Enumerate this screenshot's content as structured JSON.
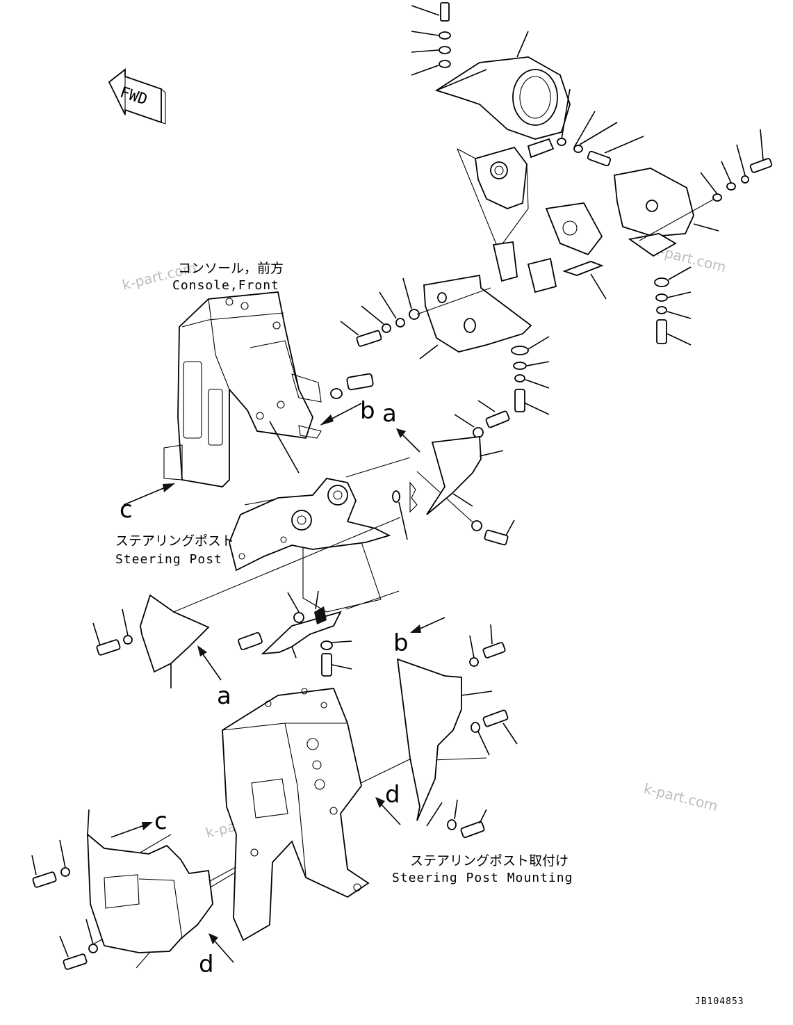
{
  "diagram": {
    "fwd_label": "FWD",
    "labels": {
      "console_front_jp": "コンソール，前方",
      "console_front_en": "Console,Front",
      "steering_post_jp": "ステアリングポスト",
      "steering_post_en": "Steering Post",
      "steering_post_mounting_jp": "ステアリングポスト取付け",
      "steering_post_mounting_en": "Steering Post Mounting"
    },
    "callouts": {
      "a": "a",
      "b": "b",
      "c": "c",
      "d": "d"
    },
    "watermark": "k-part.com",
    "drawing_code": "JB104853"
  }
}
